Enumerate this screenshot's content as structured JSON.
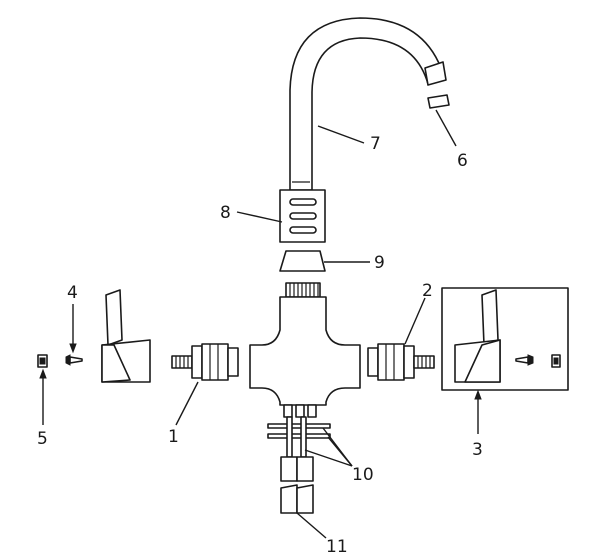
{
  "diagram": {
    "colors": {
      "ink": "#1a1a1a",
      "paper": "#ffffff"
    },
    "callouts": {
      "c1": "1",
      "c2": "2",
      "c3": "3",
      "c4": "4",
      "c5": "5",
      "c6": "6",
      "c7": "7",
      "c8": "8",
      "c9": "9",
      "c10": "10",
      "c11": "11"
    }
  }
}
